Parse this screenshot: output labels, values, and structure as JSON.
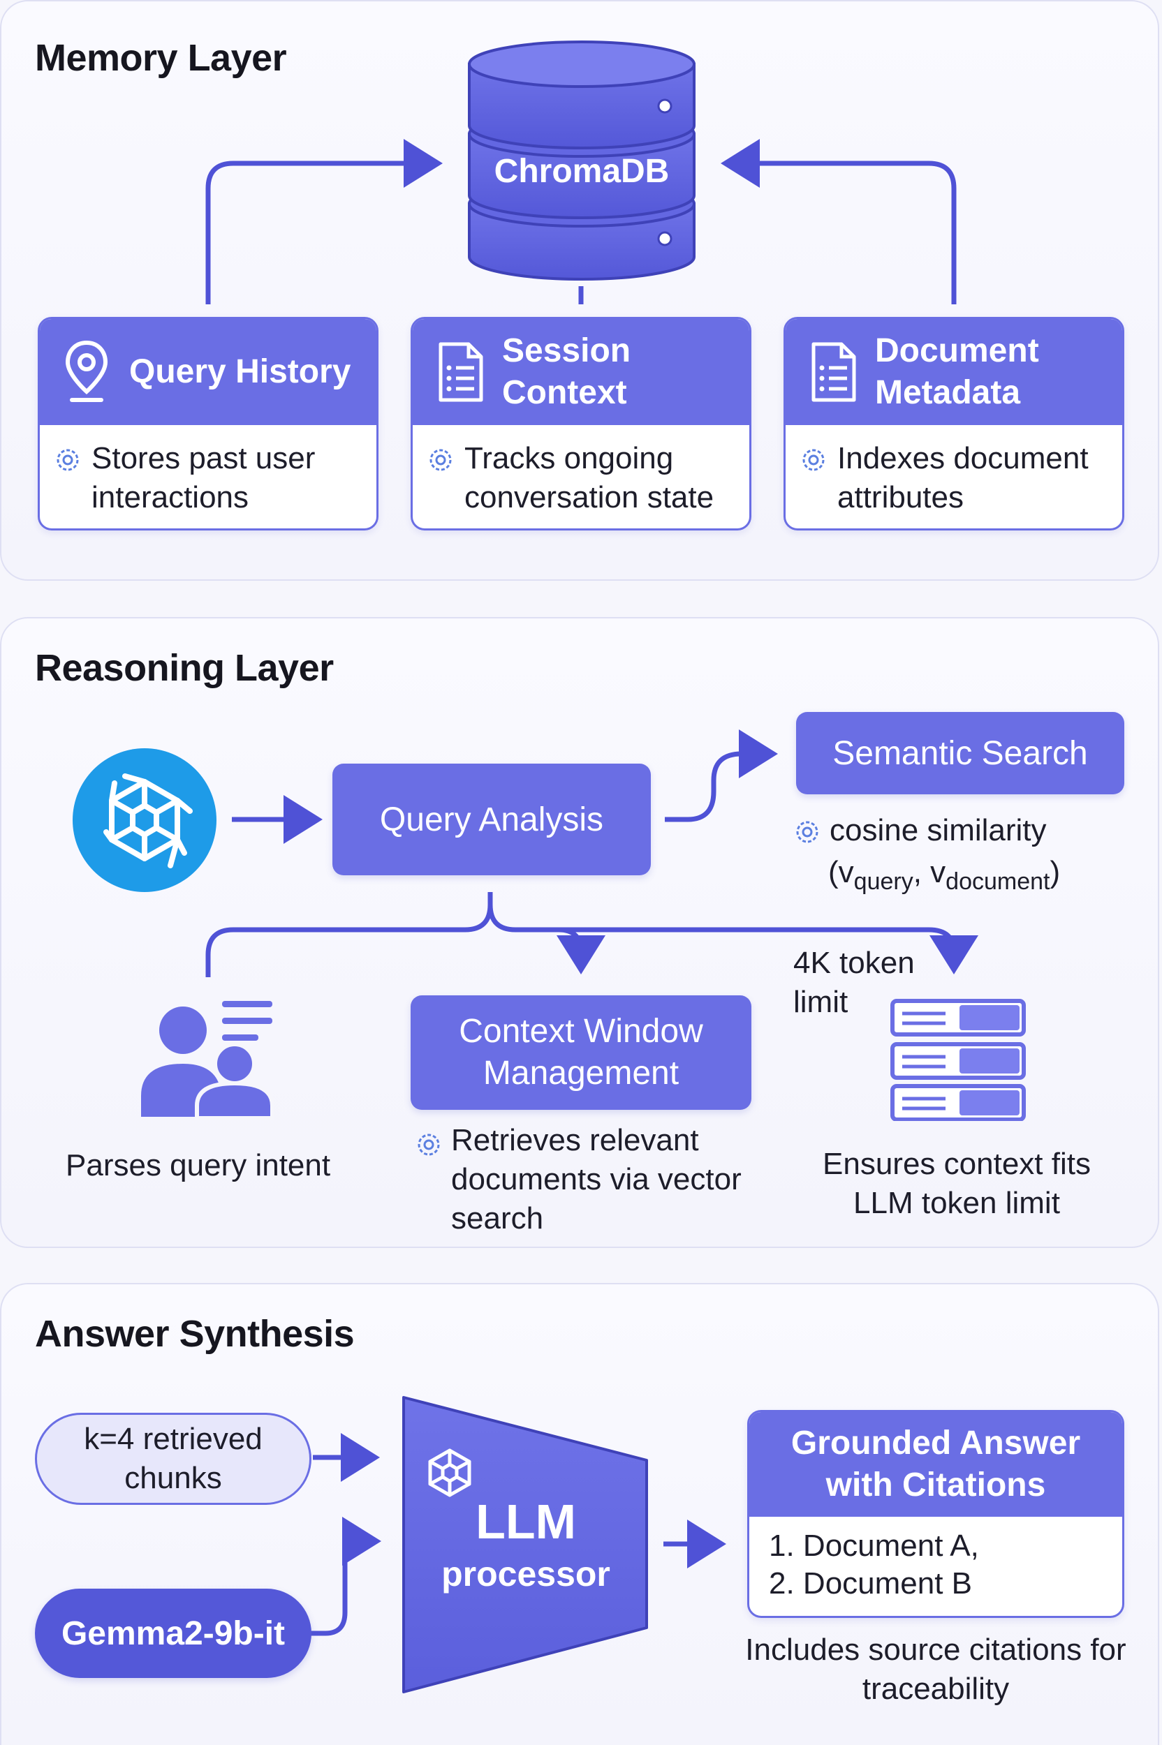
{
  "memory_layer": {
    "title": "Memory Layer",
    "db_label": "ChromaDB",
    "cards": [
      {
        "title": "Query History",
        "icon": "location-pin-icon",
        "desc": "Stores past user interactions"
      },
      {
        "title": "Session Context",
        "icon": "document-list-icon",
        "desc": "Tracks ongoing conversation state"
      },
      {
        "title": "Document Metadata",
        "icon": "document-list-icon",
        "desc": "Indexes document attributes"
      }
    ]
  },
  "reasoning_layer": {
    "title": "Reasoning Layer",
    "query_analysis": "Query Analysis",
    "semantic_search": "Semantic Search",
    "semantic_desc_main": "cosine similarity",
    "semantic_desc_open": "(v",
    "semantic_desc_sub1": "query",
    "semantic_desc_mid": ", v",
    "semantic_desc_sub2": "document",
    "semantic_desc_close": ")",
    "intent_desc": "Parses query intent",
    "context_window": "Context Window Management",
    "context_desc": "Retrieves relevant documents via vector search",
    "token_limit_label": "4K token limit",
    "token_desc": "Ensures context fits LLM token limit"
  },
  "answer_synthesis": {
    "title": "Answer Synthesis",
    "chunks_label": "k=4 retrieved chunks",
    "model_label": "Gemma2-9b-it",
    "llm_title": "LLM",
    "llm_sub": "processor",
    "answer_title": "Grounded Answer with Citations",
    "citations": [
      "1. Document A,",
      "2. Document B"
    ],
    "answer_desc": "Includes source citations for traceability"
  },
  "colors": {
    "accent": "#6a6ee4",
    "accent_dark": "#4f52d6",
    "logo_blue": "#1e9be8",
    "light_pill": "#e7e7fb"
  }
}
